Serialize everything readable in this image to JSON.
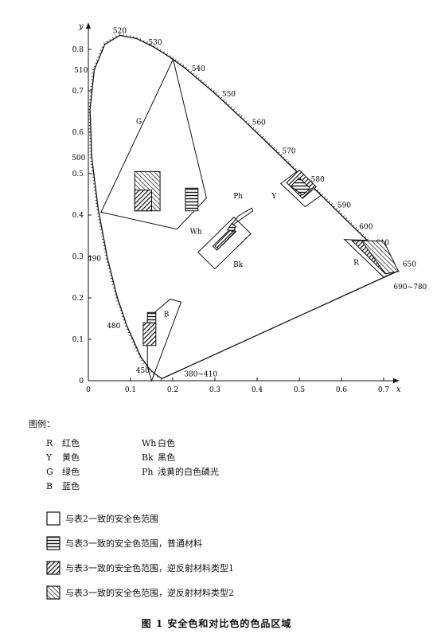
{
  "chart_data": {
    "type": "chromaticity-diagram",
    "xlabel": "x",
    "ylabel": "y",
    "xlim": [
      0,
      0.8
    ],
    "ylim": [
      0,
      0.85
    ],
    "x_ticks": [
      "0",
      "0.1",
      "0.2",
      "0.3",
      "0.4",
      "0.5",
      "0.6",
      "0.7"
    ],
    "y_ticks": [
      "0",
      "0.1",
      "0.2",
      "0.3",
      "0.4",
      "0.5",
      "0.6",
      "0.7",
      "0.8"
    ],
    "spectral_locus": [
      {
        "label": "380~410",
        "x": 0.1741,
        "y": 0.005
      },
      {
        "label": "450",
        "x": 0.1566,
        "y": 0.0177
      },
      {
        "label": "",
        "x": 0.144,
        "y": 0.0297
      },
      {
        "label": "",
        "x": 0.1241,
        "y": 0.0578
      },
      {
        "label": "480",
        "x": 0.0913,
        "y": 0.1327
      },
      {
        "label": "",
        "x": 0.0687,
        "y": 0.2007
      },
      {
        "label": "490",
        "x": 0.0454,
        "y": 0.295
      },
      {
        "label": "",
        "x": 0.0235,
        "y": 0.4127
      },
      {
        "label": "500",
        "x": 0.0082,
        "y": 0.5384
      },
      {
        "label": "",
        "x": 0.0039,
        "y": 0.6548
      },
      {
        "label": "510",
        "x": 0.0139,
        "y": 0.7502
      },
      {
        "label": "",
        "x": 0.0389,
        "y": 0.812
      },
      {
        "label": "520",
        "x": 0.0743,
        "y": 0.8338
      },
      {
        "label": "",
        "x": 0.1142,
        "y": 0.8262
      },
      {
        "label": "530",
        "x": 0.1547,
        "y": 0.8059
      },
      {
        "label": "",
        "x": 0.1929,
        "y": 0.7816
      },
      {
        "label": "540",
        "x": 0.2296,
        "y": 0.7543
      },
      {
        "label": "550",
        "x": 0.3016,
        "y": 0.6923
      },
      {
        "label": "560",
        "x": 0.3731,
        "y": 0.6245
      },
      {
        "label": "570",
        "x": 0.4441,
        "y": 0.5547
      },
      {
        "label": "580",
        "x": 0.5125,
        "y": 0.4866
      },
      {
        "label": "590",
        "x": 0.5752,
        "y": 0.4242
      },
      {
        "label": "600",
        "x": 0.627,
        "y": 0.3725
      },
      {
        "label": "610",
        "x": 0.6658,
        "y": 0.334
      },
      {
        "label": "650",
        "x": 0.726,
        "y": 0.274
      },
      {
        "label": "690~780",
        "x": 0.7347,
        "y": 0.2653
      }
    ],
    "regions": [
      {
        "name": "G",
        "label": "G",
        "type": "table2",
        "label_at": [
          0.12,
          0.62
        ],
        "points": [
          [
            0.201,
            0.776
          ],
          [
            0.28,
            0.441
          ],
          [
            0.21,
            0.366
          ],
          [
            0.03,
            0.407
          ]
        ]
      },
      {
        "name": "Y",
        "label": "Y",
        "type": "table2",
        "label_at": [
          0.44,
          0.44
        ],
        "points": [
          [
            0.494,
            0.505
          ],
          [
            0.552,
            0.448
          ],
          [
            0.514,
            0.42
          ],
          [
            0.456,
            0.476
          ]
        ]
      },
      {
        "name": "R",
        "label": "R",
        "type": "table2",
        "label_at": [
          0.635,
          0.28
        ],
        "points": [
          [
            0.734,
            0.265
          ],
          [
            0.7,
            0.25
          ],
          [
            0.607,
            0.341
          ],
          [
            0.661,
            0.339
          ]
        ]
      },
      {
        "name": "B",
        "label": "B",
        "type": "table2",
        "label_at": [
          0.185,
          0.155
        ],
        "points": [
          [
            0.15,
            0.0
          ],
          [
            0.22,
            0.19
          ],
          [
            0.194,
            0.197
          ],
          [
            0.14,
            0.15
          ],
          [
            0.14,
            0.035
          ]
        ]
      },
      {
        "name": "Wh",
        "label": "Wh",
        "type": "table2",
        "label_at": [
          0.255,
          0.355
        ],
        "points": [
          [
            0.35,
            0.36
          ],
          [
            0.305,
            0.315
          ],
          [
            0.295,
            0.325
          ],
          [
            0.34,
            0.37
          ]
        ]
      },
      {
        "name": "Ph",
        "label": "Ph",
        "type": "table2",
        "label_at": [
          0.355,
          0.44
        ],
        "points": [
          [
            0.387,
            0.417
          ],
          [
            0.356,
            0.398
          ],
          [
            0.334,
            0.37
          ],
          [
            0.39,
            0.41
          ]
        ]
      },
      {
        "name": "Bk",
        "label": "Bk",
        "type": "table2",
        "label_at": [
          0.355,
          0.275
        ],
        "points": [
          [
            0.385,
            0.355
          ],
          [
            0.3,
            0.27
          ],
          [
            0.26,
            0.31
          ],
          [
            0.345,
            0.395
          ]
        ]
      }
    ],
    "patches": [
      {
        "for": "G",
        "type": "table3-ordinary",
        "points": [
          [
            0.23,
            0.41
          ],
          [
            0.23,
            0.465
          ],
          [
            0.26,
            0.465
          ],
          [
            0.26,
            0.41
          ]
        ]
      },
      {
        "for": "G",
        "type": "table3-retro2",
        "points": [
          [
            0.11,
            0.41
          ],
          [
            0.11,
            0.505
          ],
          [
            0.17,
            0.505
          ],
          [
            0.17,
            0.41
          ]
        ]
      },
      {
        "for": "G",
        "type": "table3-retro1",
        "points": [
          [
            0.11,
            0.41
          ],
          [
            0.11,
            0.46
          ],
          [
            0.15,
            0.46
          ],
          [
            0.15,
            0.41
          ]
        ]
      },
      {
        "for": "Y",
        "type": "table3-retro1",
        "points": [
          [
            0.47,
            0.478
          ],
          [
            0.5,
            0.509
          ],
          [
            0.54,
            0.468
          ],
          [
            0.508,
            0.44
          ]
        ]
      },
      {
        "for": "Y",
        "type": "table3-ordinary",
        "points": [
          [
            0.48,
            0.47
          ],
          [
            0.5,
            0.49
          ],
          [
            0.526,
            0.464
          ],
          [
            0.508,
            0.448
          ]
        ]
      },
      {
        "for": "R",
        "type": "table3-retro1",
        "points": [
          [
            0.625,
            0.338
          ],
          [
            0.648,
            0.338
          ],
          [
            0.735,
            0.264
          ],
          [
            0.704,
            0.258
          ]
        ]
      },
      {
        "for": "R",
        "type": "table3-retro2",
        "points": [
          [
            0.648,
            0.338
          ],
          [
            0.7,
            0.337
          ],
          [
            0.735,
            0.264
          ],
          [
            0.704,
            0.258
          ]
        ]
      },
      {
        "for": "B",
        "type": "table3-ordinary",
        "points": [
          [
            0.14,
            0.14
          ],
          [
            0.14,
            0.165
          ],
          [
            0.16,
            0.165
          ],
          [
            0.16,
            0.14
          ]
        ]
      },
      {
        "for": "B",
        "type": "table3-retro1",
        "points": [
          [
            0.13,
            0.085
          ],
          [
            0.13,
            0.14
          ],
          [
            0.16,
            0.14
          ],
          [
            0.16,
            0.085
          ]
        ]
      },
      {
        "for": "Wh",
        "type": "table3-retro1",
        "points": [
          [
            0.3,
            0.325
          ],
          [
            0.34,
            0.367
          ],
          [
            0.348,
            0.36
          ],
          [
            0.308,
            0.318
          ]
        ]
      },
      {
        "for": "Ph",
        "type": "table3-ordinary",
        "points": [
          [
            0.33,
            0.365
          ],
          [
            0.34,
            0.38
          ],
          [
            0.35,
            0.372
          ],
          [
            0.342,
            0.36
          ]
        ]
      }
    ]
  },
  "legend": {
    "title": "图例：",
    "abbreviations": [
      {
        "code": "R",
        "text": "红色"
      },
      {
        "code": "Wh",
        "text": "白色"
      },
      {
        "code": "Y",
        "text": "黄色"
      },
      {
        "code": "Bk",
        "text": "黑色"
      },
      {
        "code": "G",
        "text": "绿色"
      },
      {
        "code": "Ph",
        "text": "浅黄的白色磷光"
      },
      {
        "code": "B",
        "text": "蓝色"
      }
    ],
    "keys": [
      {
        "pattern": "table2",
        "text": "与表2一致的安全色范围"
      },
      {
        "pattern": "table3-ordinary",
        "text": "与表3一致的安全色范围，普通材料"
      },
      {
        "pattern": "table3-retro1",
        "text": "与表3一致的安全色范围，逆反射材料类型1"
      },
      {
        "pattern": "table3-retro2",
        "text": "与表3一致的安全色范围，逆反射材料类型2"
      }
    ]
  },
  "caption": "图 1   安全色和对比色的色品区域"
}
